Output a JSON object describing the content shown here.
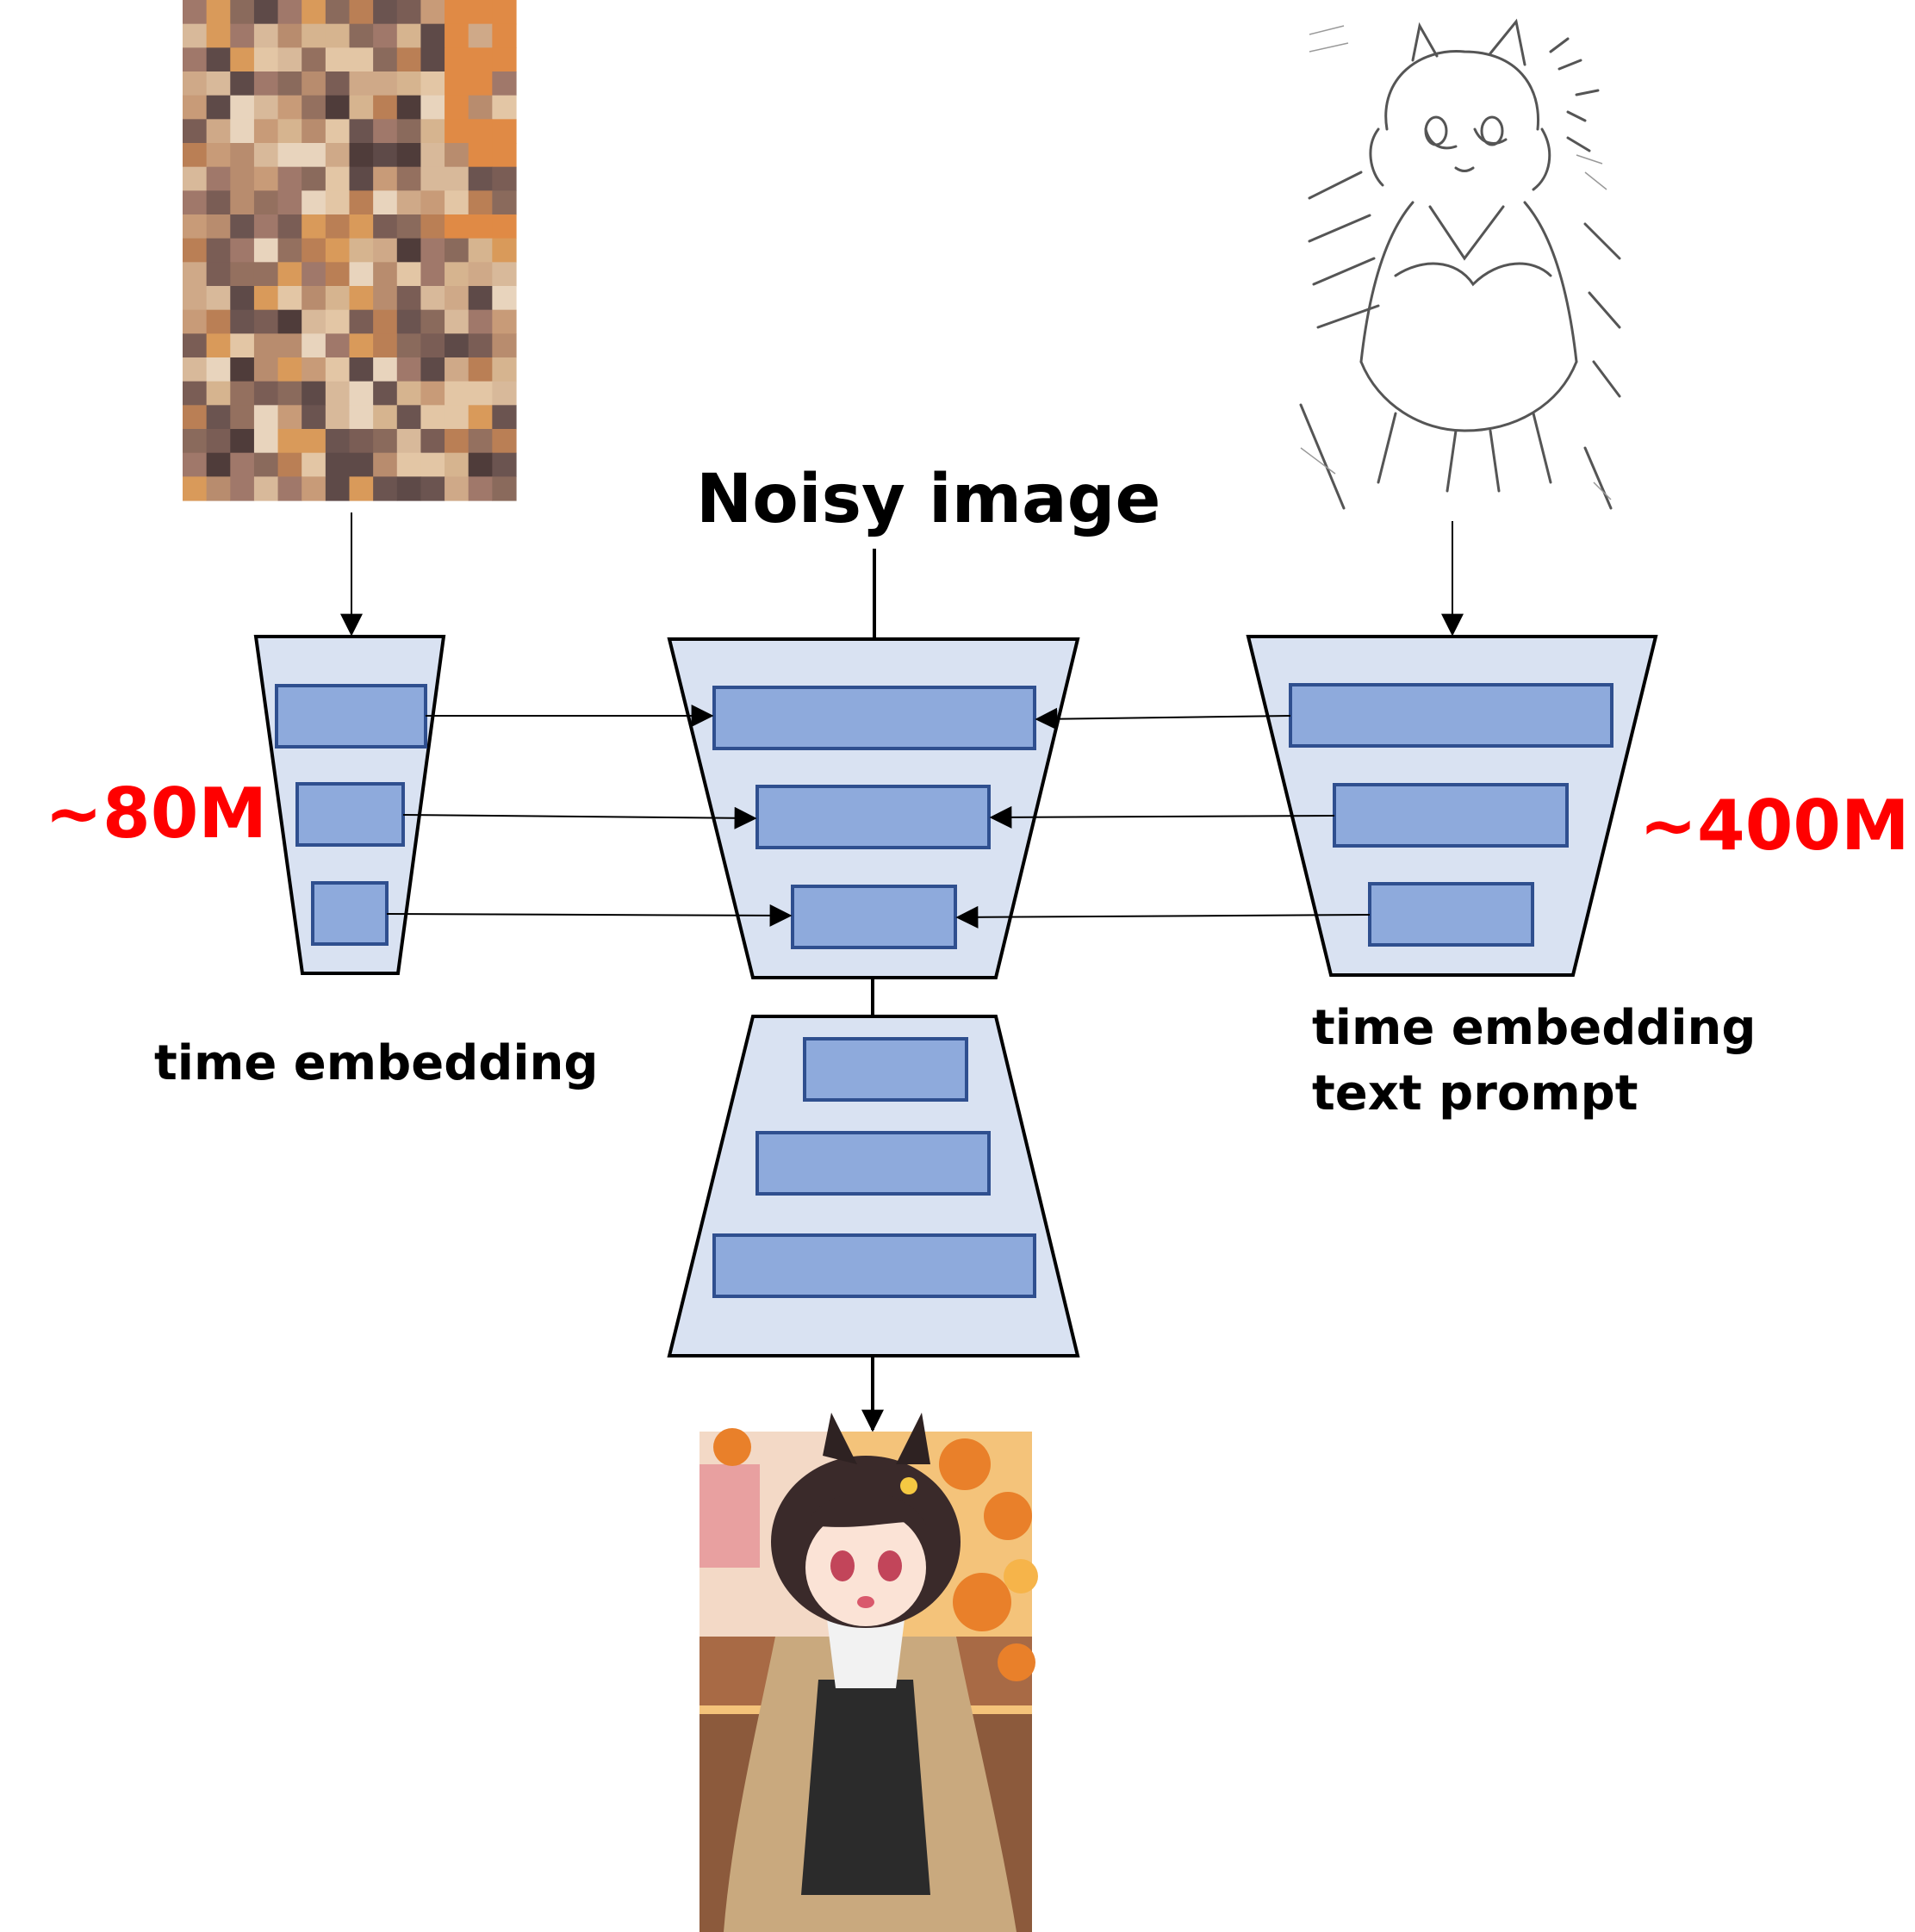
{
  "diagram": {
    "center_title": "Noisy image",
    "left": {
      "param_label": "~80M",
      "input_label": "time embedding"
    },
    "right": {
      "param_label": "~400M",
      "input_label_line1": "time embedding",
      "input_label_line2": "text prompt"
    },
    "images": {
      "left_input": "pixelated-color-image",
      "right_input": "line-art-sketch",
      "output": "anime-character-illustration"
    },
    "colors": {
      "trapezoid_fill": "#d9e2f2",
      "block_fill": "#8eaadc",
      "block_stroke": "#2f4f8f",
      "param_text": "#ff0000"
    }
  }
}
